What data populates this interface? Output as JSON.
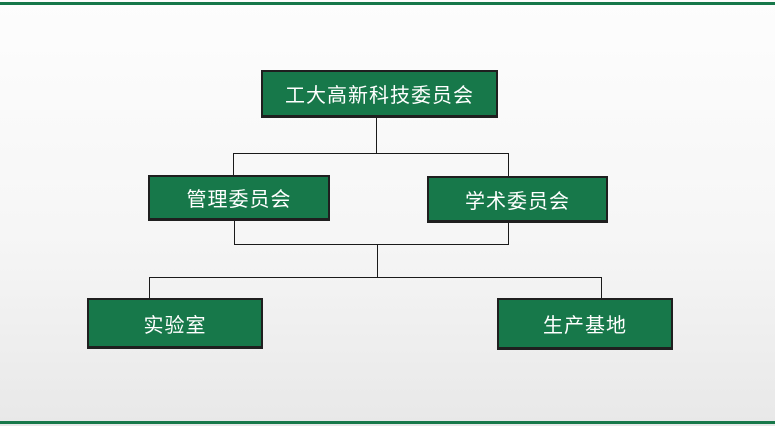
{
  "diagram": {
    "type": "org-chart",
    "nodes": {
      "root": {
        "label": "工大高新科技委员会"
      },
      "level2": [
        {
          "label": "管理委员会"
        },
        {
          "label": "学术委员会"
        }
      ],
      "level3": [
        {
          "label": "实验室"
        },
        {
          "label": "生产基地"
        }
      ]
    },
    "edges": [
      {
        "from": "工大高新科技委员会",
        "to": "管理委员会"
      },
      {
        "from": "工大高新科技委员会",
        "to": "学术委员会"
      },
      {
        "from": "管理委员会/学术委员会",
        "to": "实验室"
      },
      {
        "from": "管理委员会/学术委员会",
        "to": "生产基地"
      }
    ],
    "colors": {
      "node_fill": "#17784A",
      "node_border": "#1f1f1f",
      "node_text": "#ffffff",
      "connector": "#1a1a1a",
      "accent_line": "#17784A"
    }
  }
}
